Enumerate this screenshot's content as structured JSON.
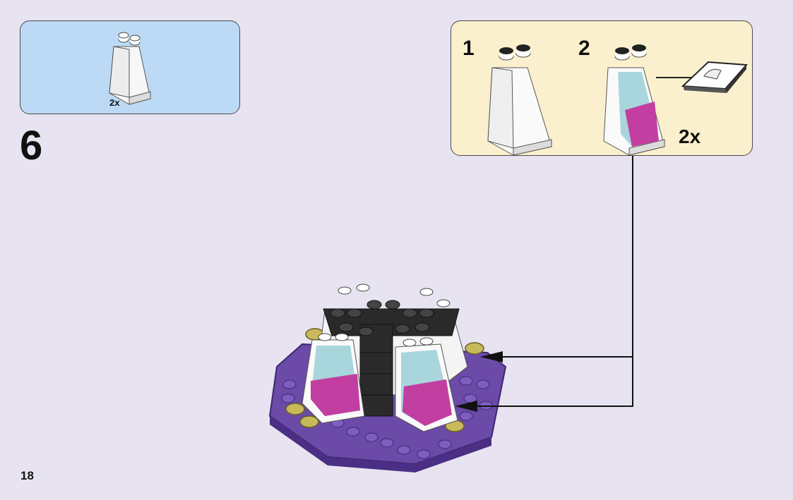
{
  "parts_list": {
    "quantity": "2x",
    "part_icon": "white-slope-brick-icon"
  },
  "step": {
    "number": "6"
  },
  "sub_assembly": {
    "steps": [
      {
        "label": "1",
        "icon": "white-slope-brick-icon"
      },
      {
        "label": "2",
        "icon": "printed-slope-brick-icon"
      }
    ],
    "quantity": "2x",
    "sticker_icon": "sticker-sheet-icon"
  },
  "model_icon": "purple-octagon-stage-model-icon",
  "page": {
    "number": "18"
  },
  "colors": {
    "background": "#e8e3f1",
    "parts_box": "#bcdaf5",
    "sub_assembly_box": "#fbf0cd",
    "purple_plate": "#6b4aa8",
    "black_brick": "#2a2a2a",
    "magenta_print": "#c23ea0",
    "gold_tile": "#c8b95a"
  }
}
